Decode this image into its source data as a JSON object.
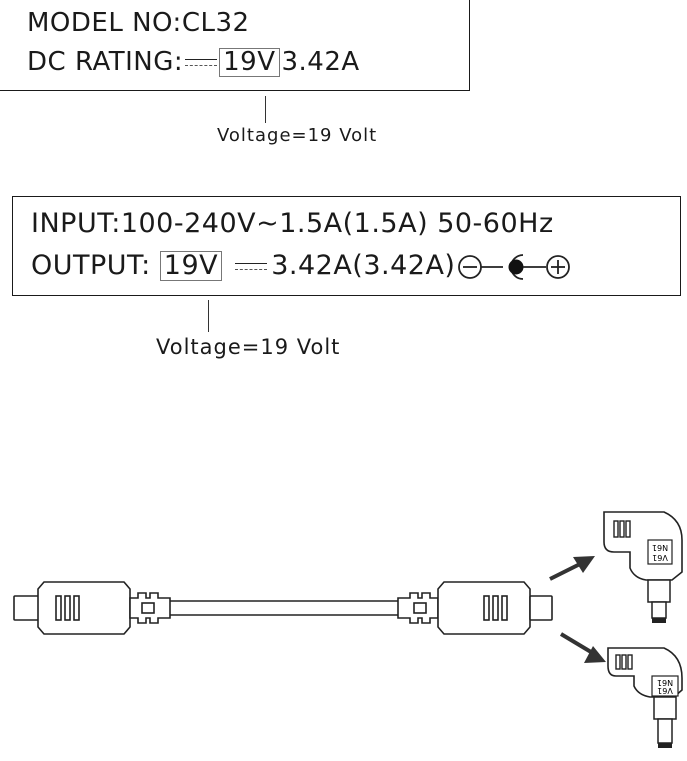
{
  "label1": {
    "model_text": "MODEL NO:CL32",
    "dc_prefix": "DC RATING:",
    "voltage_boxed": "19V",
    "current": "3.42A"
  },
  "callout1": {
    "text": "Voltage=19 Volt"
  },
  "label2": {
    "input_text": "INPUT:100-240V~1.5A(1.5A) 50-60Hz",
    "output_prefix": "OUTPUT:",
    "voltage_boxed": "19V",
    "current": "3.42A(3.42A)"
  },
  "callout2": {
    "text": "Voltage=19 Volt"
  },
  "cable": {
    "tip_top_text_1": "N61",
    "tip_top_text_2": "V61",
    "tip_bottom_text_1": "N61",
    "tip_bottom_text_2": "V61"
  },
  "colors": {
    "ink": "#1a1a1a",
    "box_border": "#777777"
  }
}
